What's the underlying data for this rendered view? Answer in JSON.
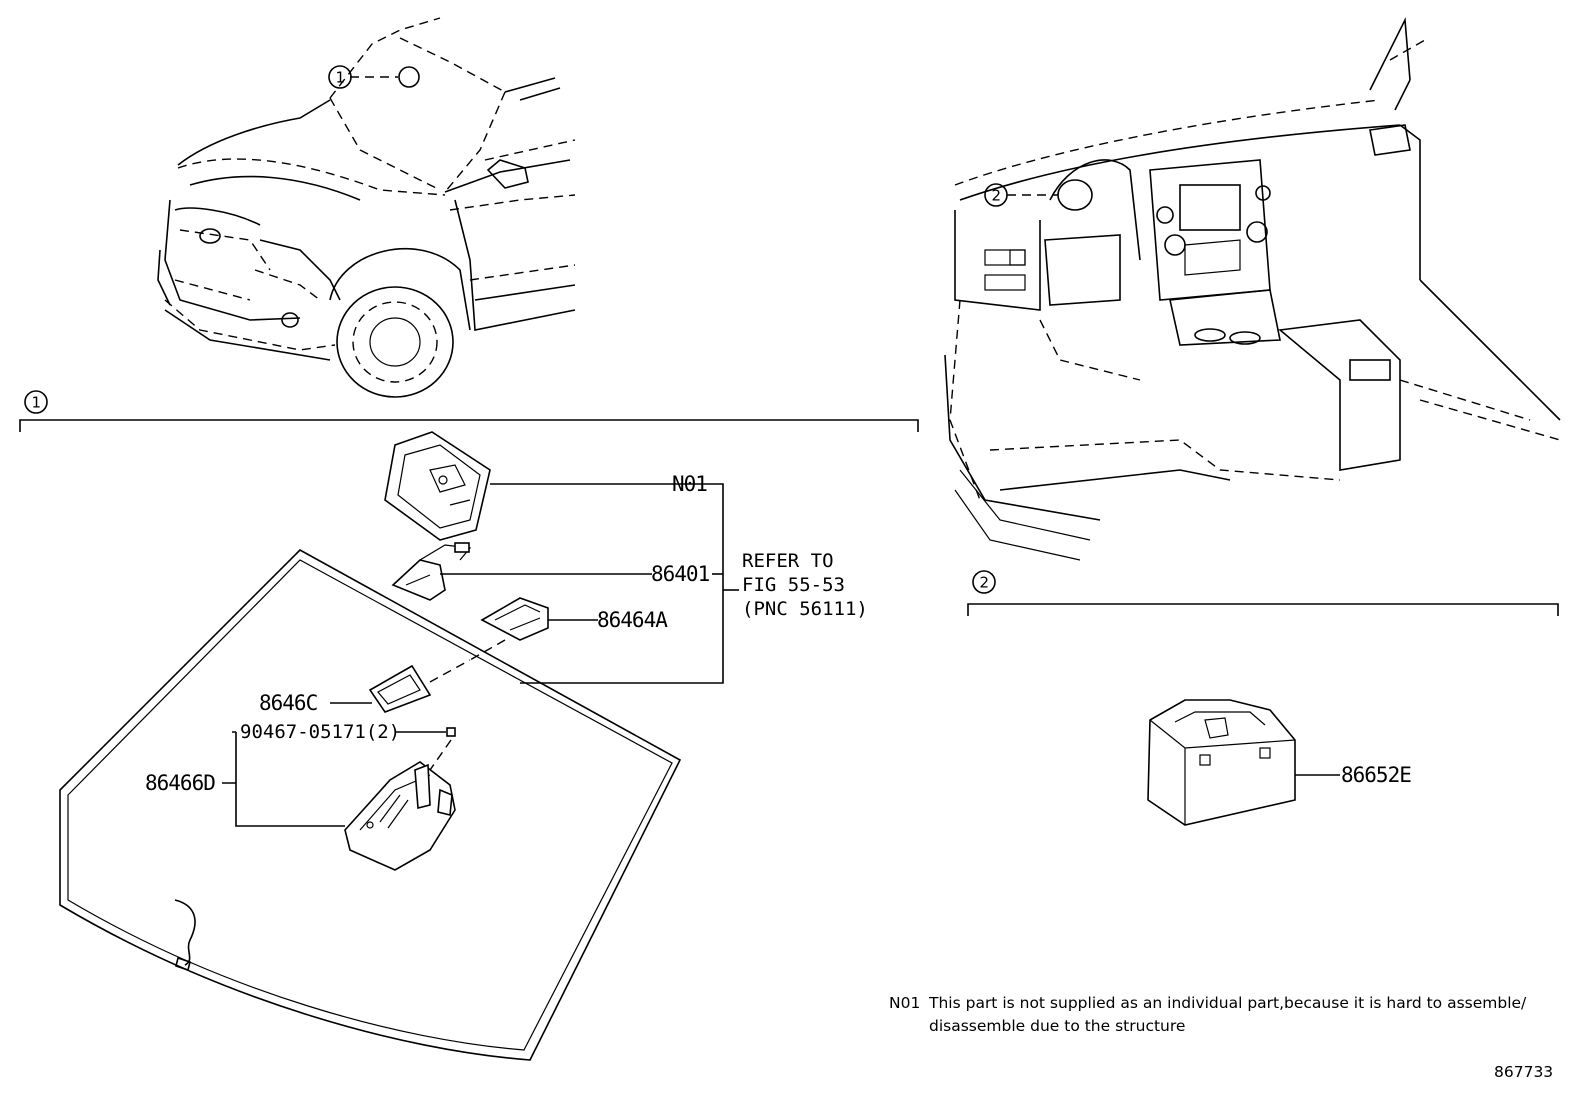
{
  "diagram": {
    "reference_circles": {
      "one": "1",
      "two": "2"
    },
    "parts": {
      "n01": "N01",
      "p86401": "86401",
      "p86464A": "86464A",
      "p8646C": "8646C",
      "p90467": "90467-05171(2)",
      "p86466D": "86466D",
      "p86652E": "86652E"
    },
    "refer": {
      "line1": "REFER TO",
      "line2": "FIG 55-53",
      "line3": "(PNC 56111)"
    },
    "footnote": {
      "code": "N01",
      "line1": "This part is not supplied as an individual part,because it is hard to assemble/",
      "line2": "disassemble due to the structure"
    },
    "figure_number": "867733"
  }
}
